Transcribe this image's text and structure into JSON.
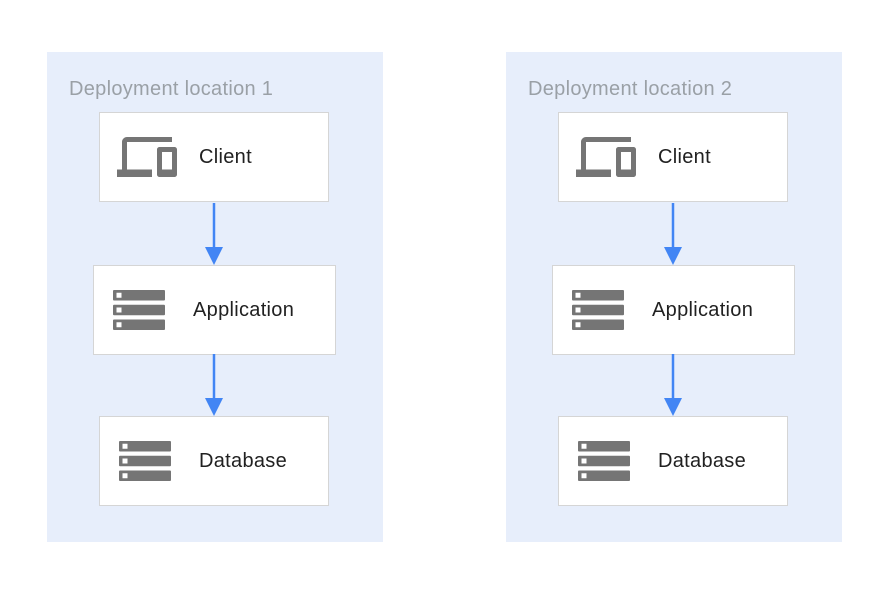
{
  "diagram": {
    "panels": [
      {
        "title": "Deployment location 1",
        "nodes": [
          {
            "label": "Client",
            "icon": "devices-icon"
          },
          {
            "label": "Application",
            "icon": "server-stack-icon"
          },
          {
            "label": "Database",
            "icon": "server-stack-icon"
          }
        ]
      },
      {
        "title": "Deployment location 2",
        "nodes": [
          {
            "label": "Client",
            "icon": "devices-icon"
          },
          {
            "label": "Application",
            "icon": "server-stack-icon"
          },
          {
            "label": "Database",
            "icon": "server-stack-icon"
          }
        ]
      }
    ],
    "connections": [
      {
        "from": "Client",
        "to": "Application"
      },
      {
        "from": "Application",
        "to": "Database"
      }
    ],
    "colors": {
      "panel_background": "#e7eefb",
      "arrow": "#4285f4",
      "icon_gray": "#757575",
      "icon_detail": "#ffffff",
      "box_border": "#d5d5d5",
      "title_text": "#9aa0a6",
      "label_text": "#212121"
    }
  }
}
